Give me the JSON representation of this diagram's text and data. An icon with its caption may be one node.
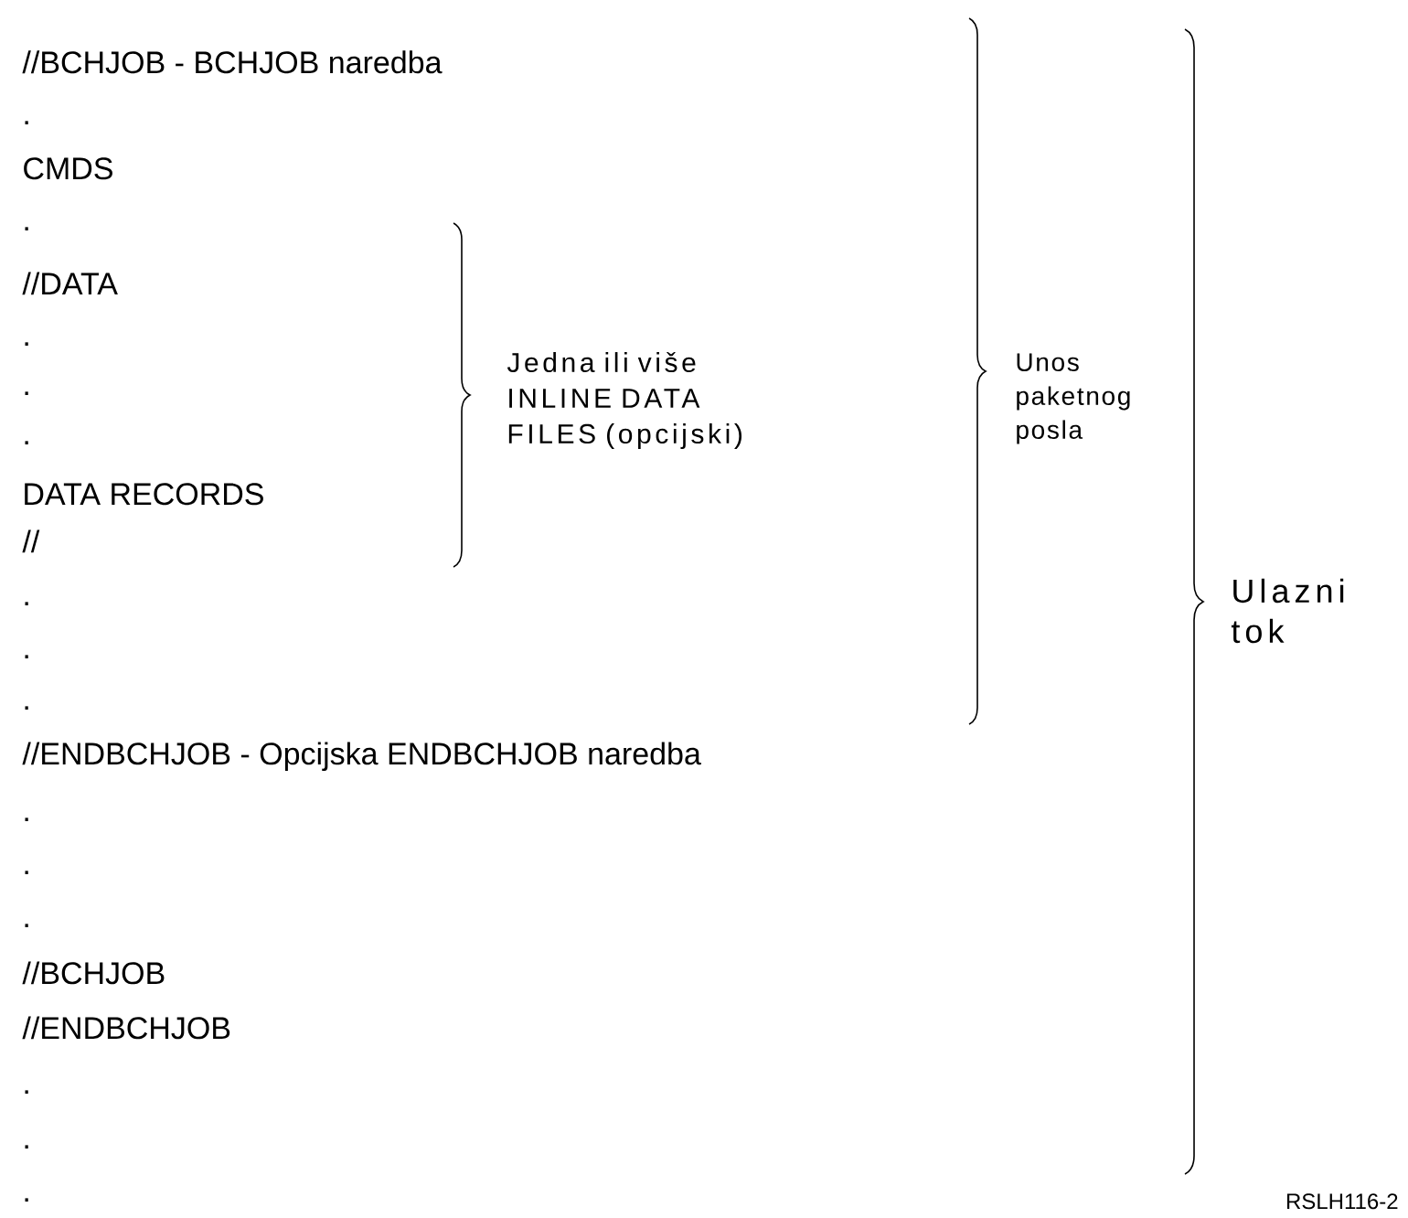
{
  "diagram": {
    "labels": [
      "//BCHJOB - BCHJOB naredba",
      ".",
      "CMDS",
      ".",
      "//DATA",
      ".",
      ".",
      ".",
      "DATA RECORDS",
      "//",
      ".",
      ".",
      ".",
      "//ENDBCHJOB - Opcijska ENDBCHJOB naredba",
      ".",
      ".",
      ".",
      "//BCHJOB",
      "//ENDBCHJOB",
      ".",
      ".",
      ".",
      "Jedna ili više INLINE DATA FILES (opcijski)",
      "Unos paketnog posla",
      "Ulazni tok",
      "RSLH116-2"
    ]
  }
}
